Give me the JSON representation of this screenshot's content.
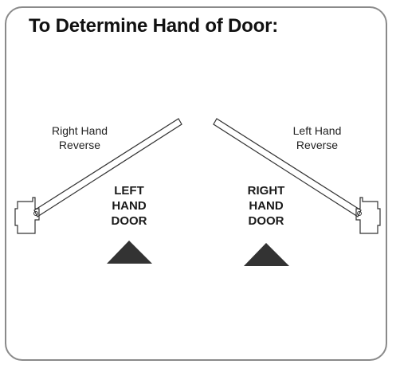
{
  "title": "To Determine Hand of Door:",
  "left_diagram": {
    "swing_label_line1": "Right Hand",
    "swing_label_line2": "Reverse",
    "door_label_line1": "LEFT",
    "door_label_line2": "HAND",
    "door_label_line3": "DOOR"
  },
  "right_diagram": {
    "swing_label_line1": "Left Hand",
    "swing_label_line2": "Reverse",
    "door_label_line1": "RIGHT",
    "door_label_line2": "HAND",
    "door_label_line3": "DOOR"
  },
  "colors": {
    "border": "#8a8a8a",
    "triangle": "#333333",
    "line": "#333333"
  }
}
